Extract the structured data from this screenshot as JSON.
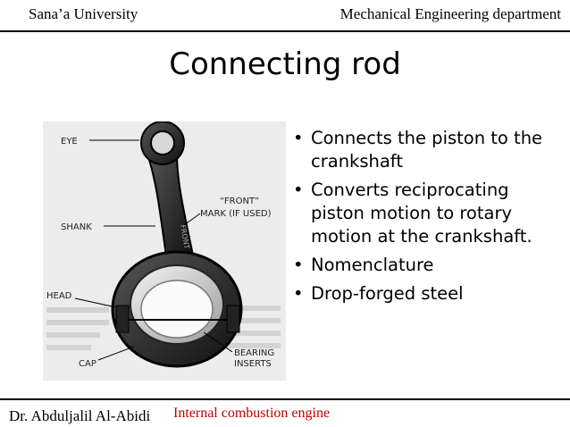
{
  "header": {
    "left": "Sana’a University",
    "right": "Mechanical  Engineering department"
  },
  "slide": {
    "title": "Connecting rod",
    "bullets": [
      "Connects the piston to the crankshaft",
      "Converts reciprocating piston motion to rotary motion at the crankshaft.",
      "Nomenclature",
      "Drop-forged steel"
    ]
  },
  "figure": {
    "labels": {
      "eye": "EYE",
      "front_mark_1": "“FRONT”",
      "front_mark_2": "MARK  (IF  USED)",
      "shank": "SHANK",
      "head": "HEAD",
      "cap": "CAP",
      "bearing_1": "BEARING",
      "bearing_2": "INSERTS",
      "rod_stamp": "FRONT"
    }
  },
  "footer": {
    "author": "Dr. Abduljalil Al-Abidi",
    "course": "Internal combustion engine"
  }
}
